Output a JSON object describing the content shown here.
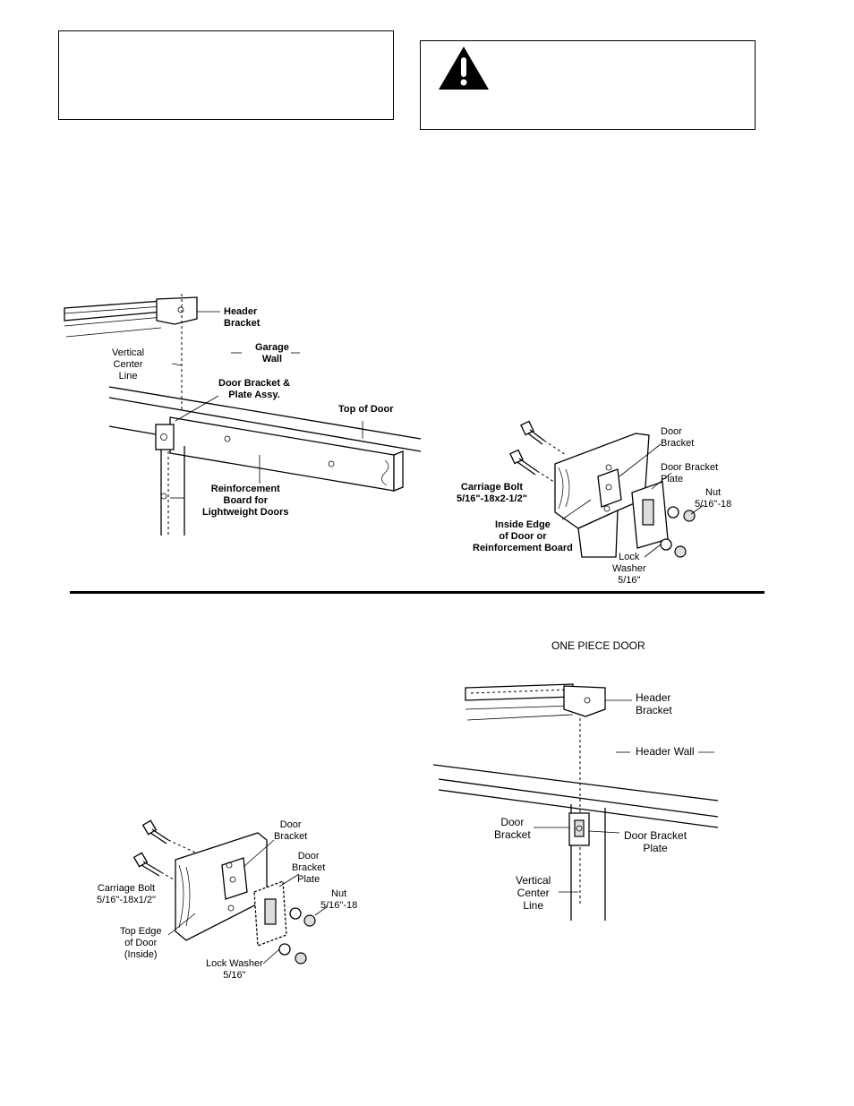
{
  "fig1": {
    "header_bracket": "Header\nBracket",
    "vertical_center_line": "Vertical\nCenter\nLine",
    "garage_wall": "Garage\nWall",
    "door_bracket_plate_assy": "Door Bracket &\nPlate Assy.",
    "top_of_door": "Top of Door",
    "reinforcement_board": "Reinforcement\nBoard for\nLightweight Doors"
  },
  "fig2": {
    "door_bracket": "Door\nBracket",
    "door_bracket_plate": "Door Bracket\nPlate",
    "carriage_bolt": "Carriage Bolt\n5/16\"-18x2-1/2\"",
    "nut": "Nut\n5/16\"-18",
    "inside_edge": "Inside Edge\nof Door or\nReinforcement Board",
    "lock_washer": "Lock\nWasher\n5/16\""
  },
  "fig3": {
    "door_bracket": "Door\nBracket",
    "door_bracket_plate": "Door\nBracket\nPlate",
    "carriage_bolt": "Carriage Bolt\n5/16\"-18x1/2\"",
    "nut": "Nut\n5/16\"-18",
    "top_edge": "Top Edge\nof Door\n(Inside)",
    "lock_washer": "Lock Washer\n5/16\""
  },
  "fig4": {
    "title": "ONE PIECE DOOR",
    "header_bracket": "Header\nBracket",
    "header_wall": "Header Wall",
    "door_bracket": "Door\nBracket",
    "door_bracket_plate": "Door Bracket\nPlate",
    "vertical_center_line": "Vertical\nCenter\nLine"
  }
}
